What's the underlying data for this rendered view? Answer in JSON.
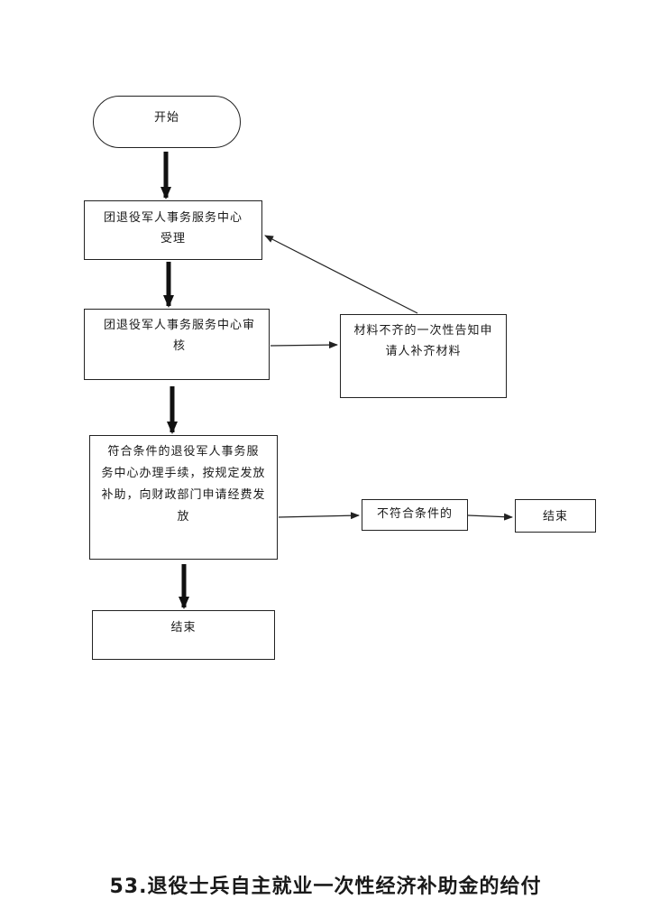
{
  "flowchart": {
    "start": "开始",
    "accept": [
      "团退役军人事务服务中心",
      "受理"
    ],
    "review": [
      "团退役军人事务服务中心审",
      "核"
    ],
    "notify_incomplete": [
      "材料不齐的一次性告知申",
      "请人补齐材料"
    ],
    "process": [
      "符合条件的退役军人事务服",
      "务中心办理手续，按规定发放",
      "补助，向财政部门申请经费发",
      "放"
    ],
    "not_eligible": "不符合条件的",
    "end_side": "结束",
    "end_main": "结束"
  },
  "caption": "53.退役士兵自主就业一次性经济补助金的给付"
}
